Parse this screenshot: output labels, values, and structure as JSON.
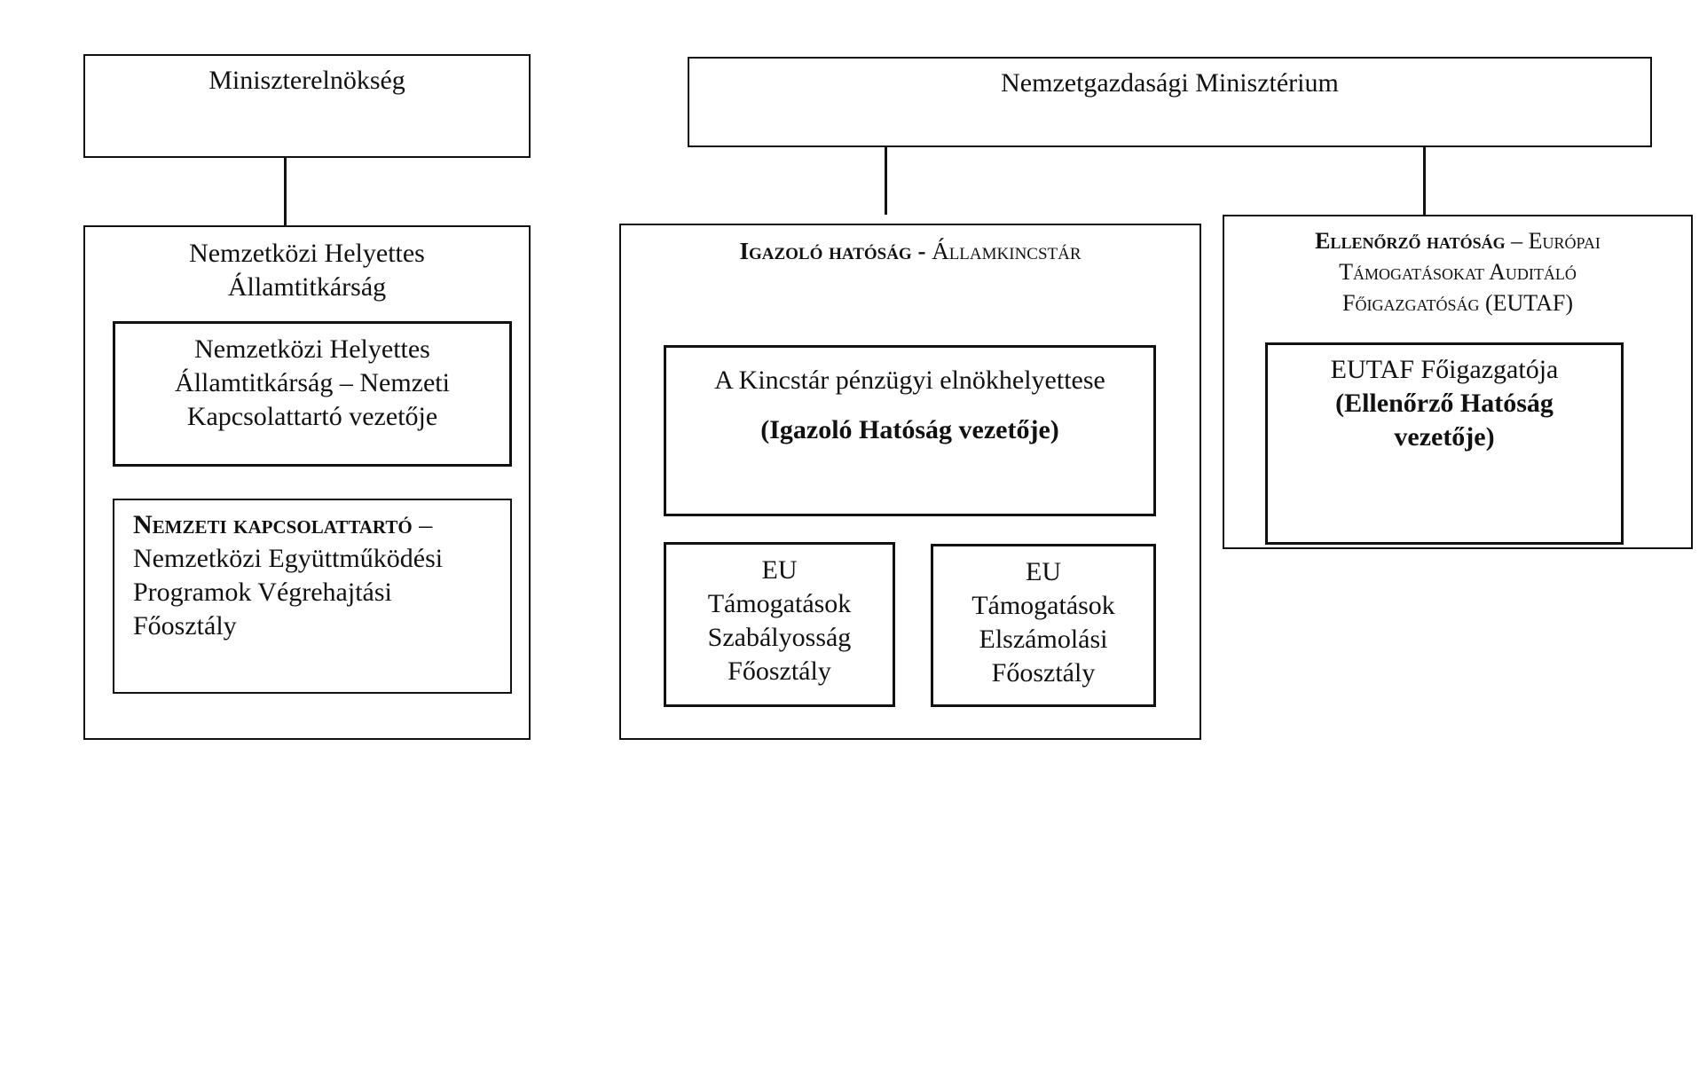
{
  "left": {
    "top_box": "Miniszterelnökség",
    "deputy_box_line1": "Nemzetközi Helyettes",
    "deputy_box_line2": "Államtitkárság",
    "contact_head_line1": "Nemzetközi Helyettes",
    "contact_head_line2": "Államtitkárság – Nemzeti",
    "contact_head_line3": "Kapcsolattartó vezetője",
    "national_contact_label": "Nemzeti kapcsolattartó",
    "national_contact_dash": " –",
    "national_contact_line2": "Nemzetközi Együttműködési",
    "national_contact_line3": "Programok Végrehajtási",
    "national_contact_line4": "Főosztály"
  },
  "right": {
    "ministry": "Nemzetgazdasági Minisztérium",
    "certifying": {
      "title_bold": "Igazoló hatóság -",
      "title_rest": " Államkincstár",
      "head_line1": "A Kincstár pénzügyi elnökhelyettese",
      "head_line2": "(Igazoló Hatóság vezetője)",
      "dept1_line1": "EU",
      "dept1_line2": "Támogatások",
      "dept1_line3": "Szabályosság",
      "dept1_line4": "Főosztály",
      "dept2_line1": "EU",
      "dept2_line2": "Támogatások",
      "dept2_line3": "Elszámolási",
      "dept2_line4": "Főosztály"
    },
    "audit": {
      "title_bold": "Ellenőrző hatóság",
      "title_rest1": " – Európai",
      "title_line2": "Támogatásokat Auditáló",
      "title_line3": "Főigazgatóság (EUTAF)",
      "head_line1": "EUTAF Főigazgatója",
      "head_line2": "(Ellenőrző Hatóság",
      "head_line3": "vezetője)"
    }
  }
}
